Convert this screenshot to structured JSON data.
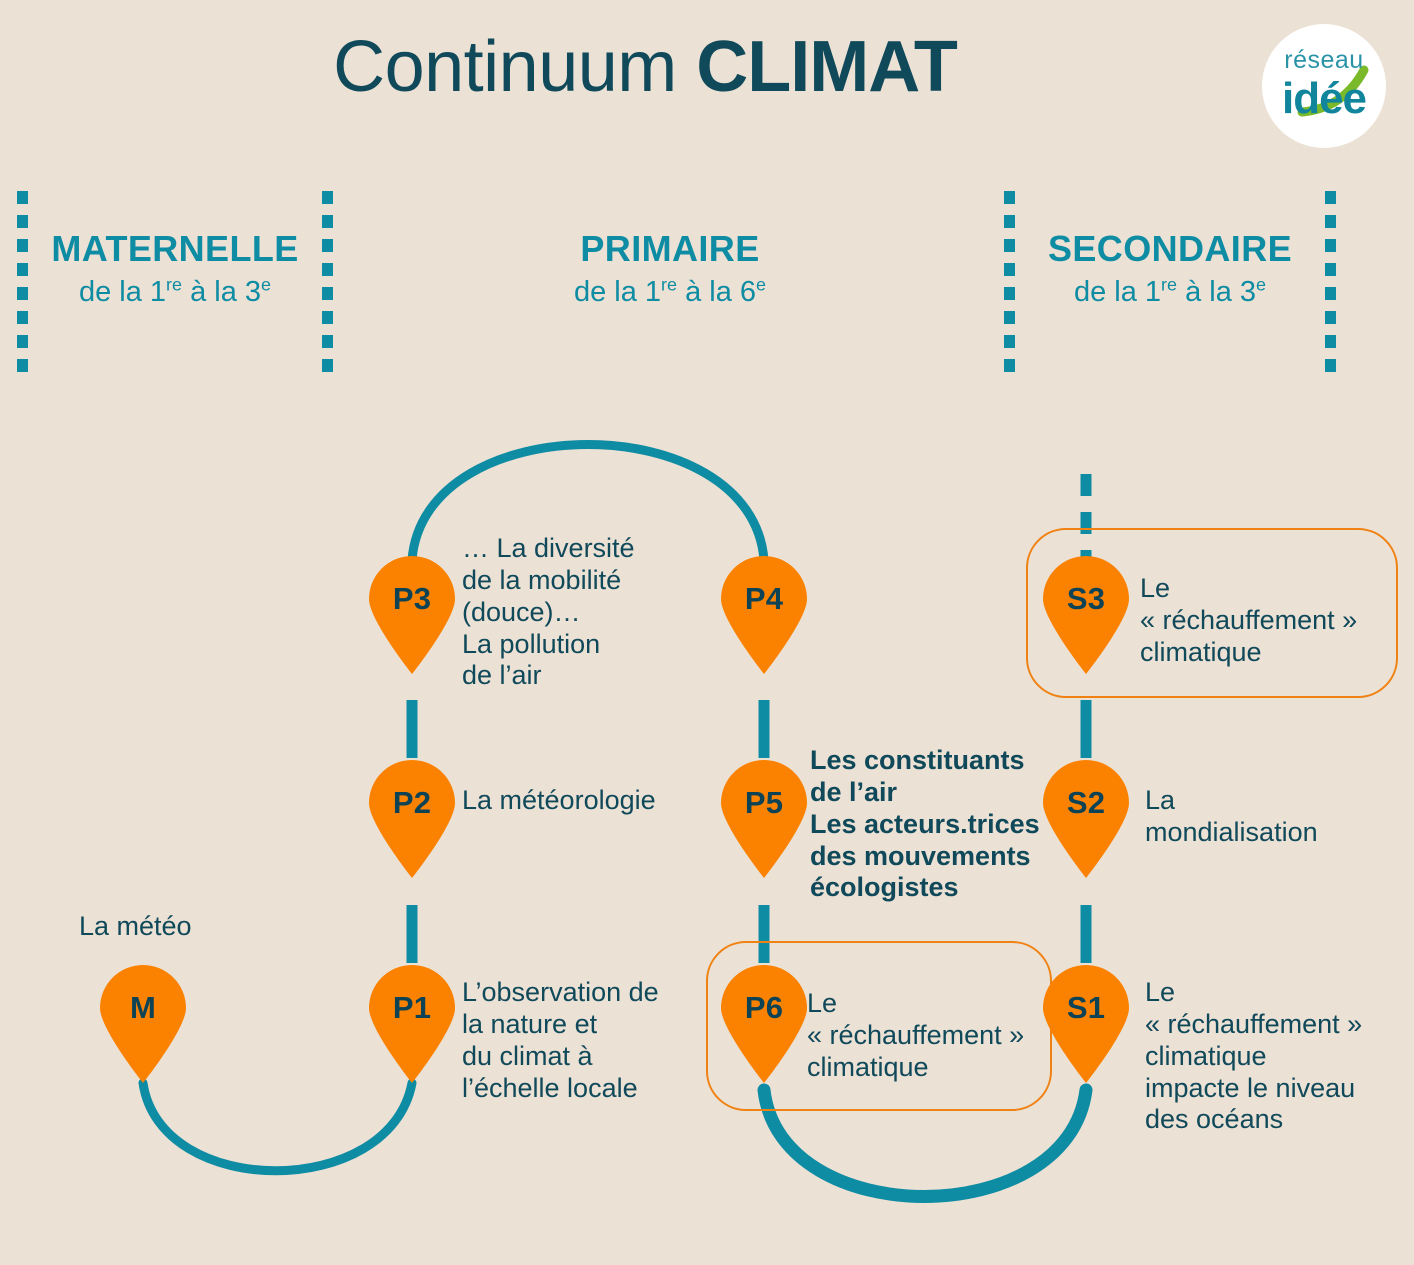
{
  "title": {
    "light": "Continuum ",
    "heavy": "CLIMAT"
  },
  "logo": {
    "top": "réseau",
    "bottom": "idée"
  },
  "colors": {
    "background": "#ece1d5",
    "teal_dark": "#10495a",
    "teal": "#0e8ca3",
    "orange": "#fa8200",
    "orange_outline": "#f08214"
  },
  "bands": [
    {
      "title": "MATERNELLE",
      "sub_prefix": "de la 1",
      "sub_sup1": "re",
      "sub_mid": " à la 3",
      "sub_sup2": "e"
    },
    {
      "title": "PRIMAIRE",
      "sub_prefix": "de la 1",
      "sub_sup1": "re",
      "sub_mid": " à la 6",
      "sub_sup2": "e"
    },
    {
      "title": "SECONDAIRE",
      "sub_prefix": "de la 1",
      "sub_sup1": "re",
      "sub_mid": " à la 3",
      "sub_sup2": "e"
    }
  ],
  "nodes": [
    {
      "id": "M",
      "label": "M",
      "note": "La météo"
    },
    {
      "id": "P1",
      "label": "P1",
      "note": "L’observation de\nla nature et\ndu climat à\nl’échelle locale"
    },
    {
      "id": "P2",
      "label": "P2",
      "note": "La météorologie"
    },
    {
      "id": "P3",
      "label": "P3",
      "note": "… La diversité\nde la mobilité\n(douce)…\nLa pollution\nde l’air"
    },
    {
      "id": "P4",
      "label": "P4",
      "note": ""
    },
    {
      "id": "P5",
      "label": "P5",
      "note": "Les constituants\nde l’air\nLes acteurs.trices\ndes mouvements\nécologistes"
    },
    {
      "id": "P6",
      "label": "P6",
      "note": "Le\n« réchauffement »\nclimatique"
    },
    {
      "id": "S1",
      "label": "S1",
      "note": "Le\n« réchauffement »\nclimatique\nimpacte le niveau\ndes océans"
    },
    {
      "id": "S2",
      "label": "S2",
      "note": "La\nmondialisation"
    },
    {
      "id": "S3",
      "label": "S3",
      "note": "Le\n« réchauffement »\nclimatique"
    }
  ]
}
